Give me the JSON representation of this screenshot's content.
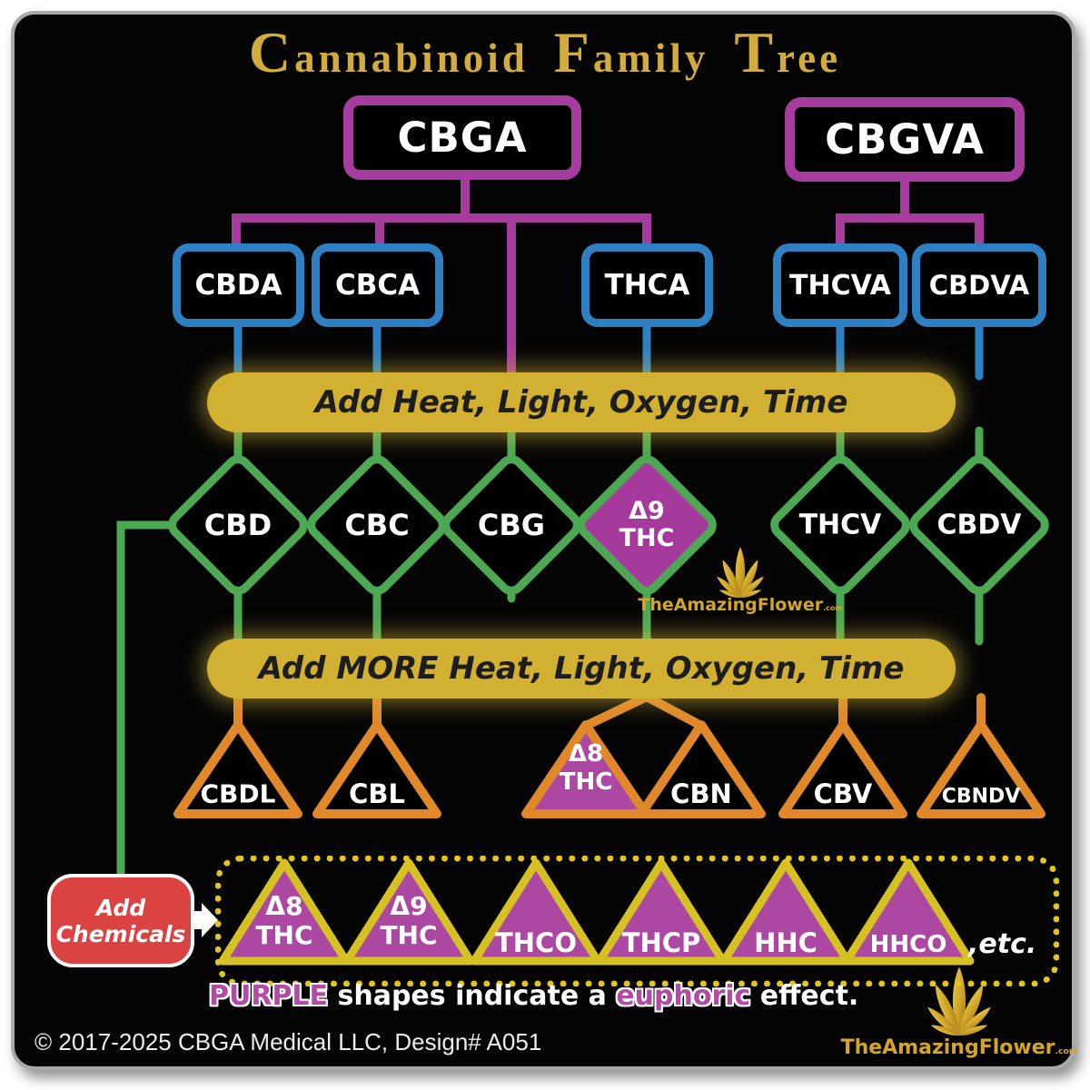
{
  "title": {
    "word1": "Cannabinoid",
    "word2": "Family",
    "word3": "Tree"
  },
  "parents": {
    "cbga": "CBGA",
    "cbgva": "CBGVA"
  },
  "acids": {
    "cbda": "CBDA",
    "cbca": "CBCA",
    "thca": "THCA",
    "thcva": "THCVA",
    "cbdva": "CBDVA"
  },
  "banners": {
    "first": "Add Heat, Light, Oxygen, Time",
    "second": "Add MORE Heat, Light, Oxygen, Time"
  },
  "neutrals": {
    "cbd": "CBD",
    "cbc": "CBC",
    "cbg": "CBG",
    "thc9_line1": "Δ9",
    "thc9_line2": "THC",
    "thcv": "THCV",
    "cbdv": "CBDV"
  },
  "degraded": {
    "cbdl": "CBDL",
    "cbl": "CBL",
    "thc8_line1": "Δ8",
    "thc8_line2": "THC",
    "cbn": "CBN",
    "cbv": "CBV",
    "cbndv": "CBNDV"
  },
  "chemicals": {
    "button_line1": "Add",
    "button_line2": "Chemicals",
    "t1_line1": "Δ8",
    "t1_line2": "THC",
    "t2_line1": "Δ9",
    "t2_line2": "THC",
    "t3": "THCO",
    "t4": "THCP",
    "t5": "HHC",
    "t6": "HHCO",
    "etc": ",etc."
  },
  "note": {
    "purple_word": "PURPLE",
    "middle": " shapes indicate a ",
    "euphoric_word": "euphoric",
    "end": " effect."
  },
  "footer": {
    "copyright": "© 2017-2025 CBGA Medical LLC, Design# A051"
  },
  "brand": {
    "name": "TheAmazingFlower",
    "suffix": ".com"
  },
  "colors": {
    "purple": "#A63C9D",
    "blue": "#2E80C2",
    "green": "#4CA852",
    "orange": "#E0882A",
    "banner_gold": "#D2B031",
    "dot_yellow": "#E3C51D",
    "red": "#DA4341",
    "title_gold": "#D2AC3C",
    "brand_gold": "#D3A62A",
    "euphoric_purple": "#AC48A2"
  }
}
